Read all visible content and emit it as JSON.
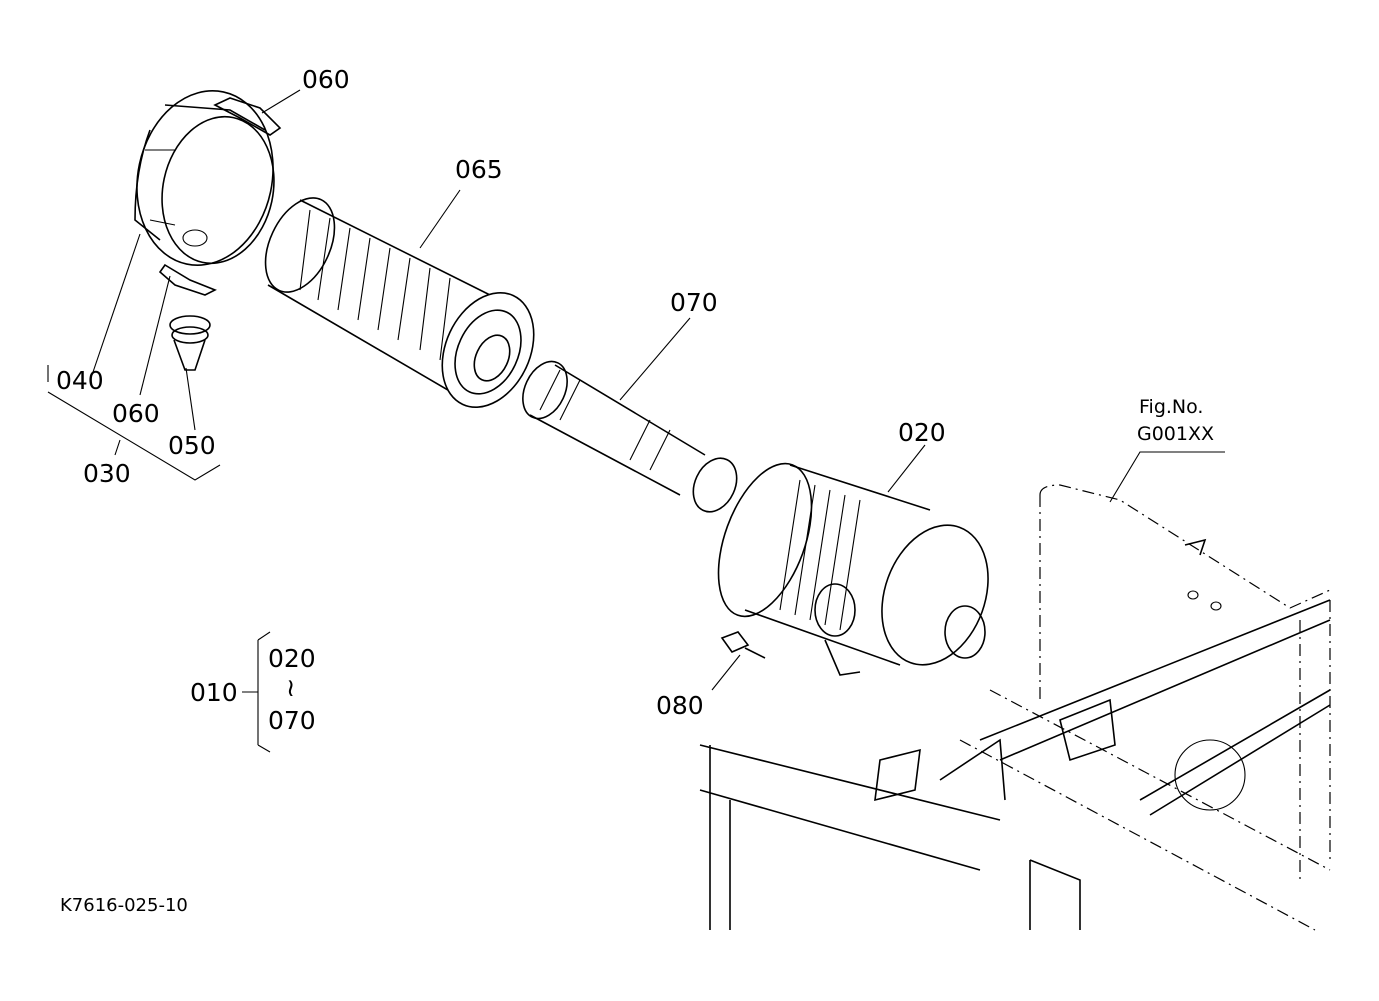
{
  "callouts": {
    "c060_top": "060",
    "c065": "065",
    "c070": "070",
    "c020": "020",
    "c040": "040",
    "c060_low": "060",
    "c050": "050",
    "c030": "030",
    "c080": "080",
    "c010": "010",
    "range_from": "020",
    "range_sep": "≀",
    "range_to": "070"
  },
  "figure": {
    "label": "Fig.No.",
    "number": "G001XX"
  },
  "drawing_code": "K7616-025-10"
}
